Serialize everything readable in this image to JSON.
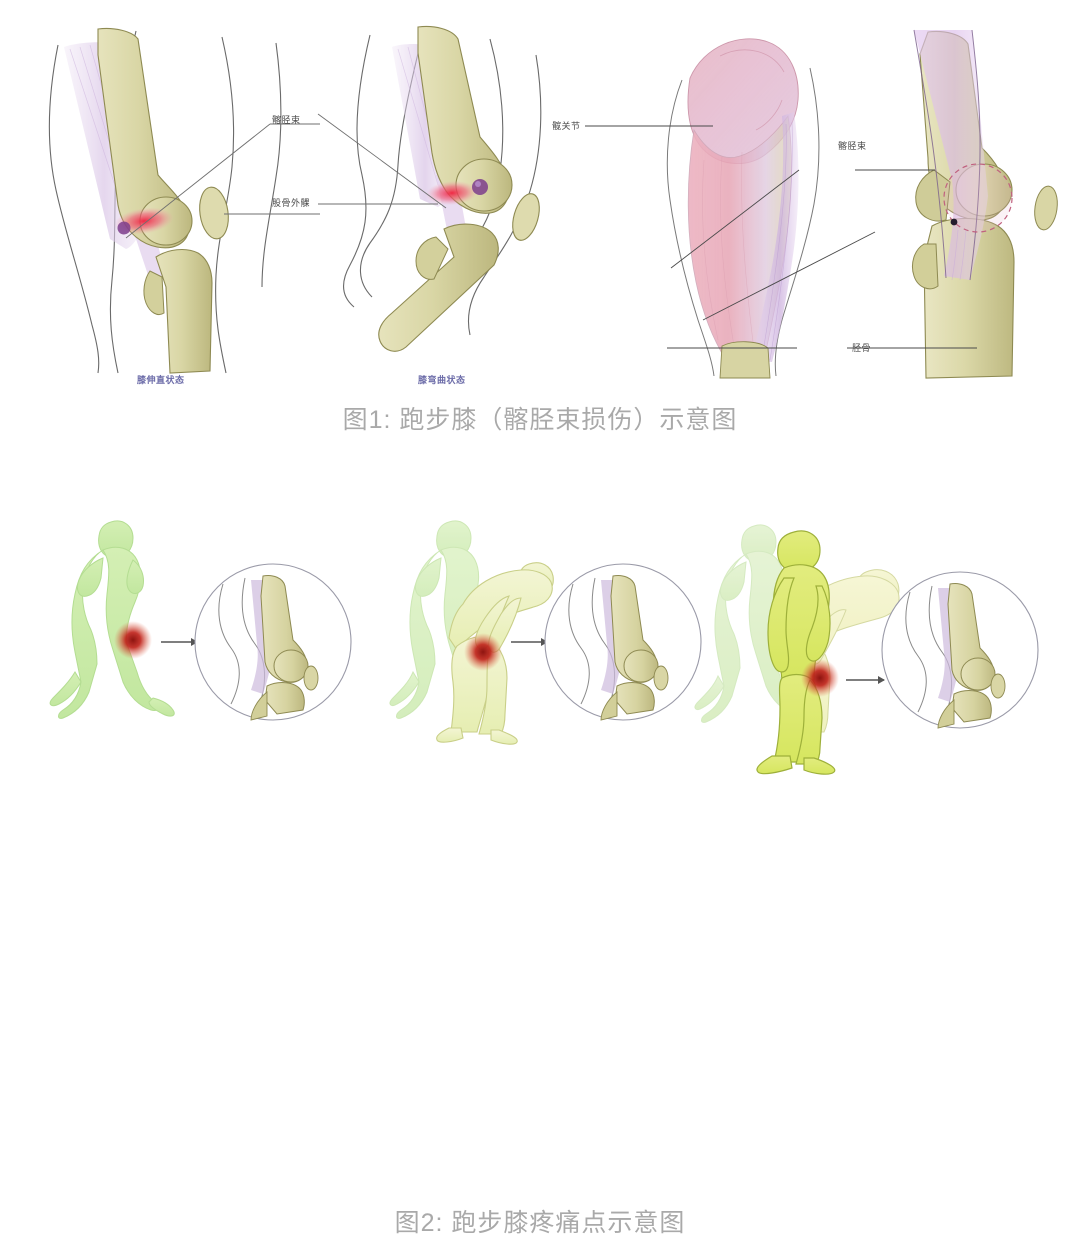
{
  "document": {
    "title": "跑步膝（髂胫束损伤）医学示意图",
    "background_color": "#ffffff",
    "caption_color": "#a9a9a9"
  },
  "figure1": {
    "caption": "图1: 跑步膝（髂胫束损伤）示意图",
    "panels": [
      {
        "id": "knee-extended",
        "state_label": "膝伸直状态",
        "annotations": [
          {
            "id": "it-band",
            "label": "髂胫束"
          },
          {
            "id": "lateral-femoral-condyle",
            "label": "股骨外髁"
          }
        ]
      },
      {
        "id": "knee-flexed",
        "state_label": "膝弯曲状态",
        "annotations": []
      },
      {
        "id": "thigh-and-knee-detail",
        "state_label": "",
        "annotations": [
          {
            "id": "hip-joint",
            "label": "髋关节"
          },
          {
            "id": "it-band-right",
            "label": "髂胫束"
          },
          {
            "id": "tibia",
            "label": "胫骨"
          }
        ]
      }
    ],
    "colors": {
      "bone": "#d9d6a5",
      "bone_shade": "#c3bf86",
      "bone_outline": "#8e8a52",
      "it_band": "#ded0e8",
      "it_band_strong": "#d8b8e0",
      "muscle_pink": "#e8aebc",
      "inflammation": "#e8415c",
      "bursa_dot": "#7d3d8c",
      "skin_outline": "#6a6a6a",
      "leader_line": "#6f6f6f"
    }
  },
  "figure2": {
    "caption": "图2: 跑步膝疼痛点示意图",
    "panels": [
      {
        "id": "runner-upright",
        "pose": "running-upright",
        "pain_point": "lateral-knee"
      },
      {
        "id": "runner-bending",
        "pose": "running-and-bending-over",
        "pain_point": "lateral-knee"
      },
      {
        "id": "runner-standing",
        "pose": "standing-and-bending-over",
        "pain_point": "lateral-knee"
      }
    ],
    "colors": {
      "silhouette_green": "#c5e8a4",
      "silhouette_green_dark": "#d4e86a",
      "silhouette_pale": "#f2f3cf",
      "pain_red": "#c0241c",
      "arrow": "#555555",
      "inset_circle_stroke": "#9a9aa8",
      "bone": "#d9d6a5",
      "it_band": "#cdbadd"
    }
  }
}
